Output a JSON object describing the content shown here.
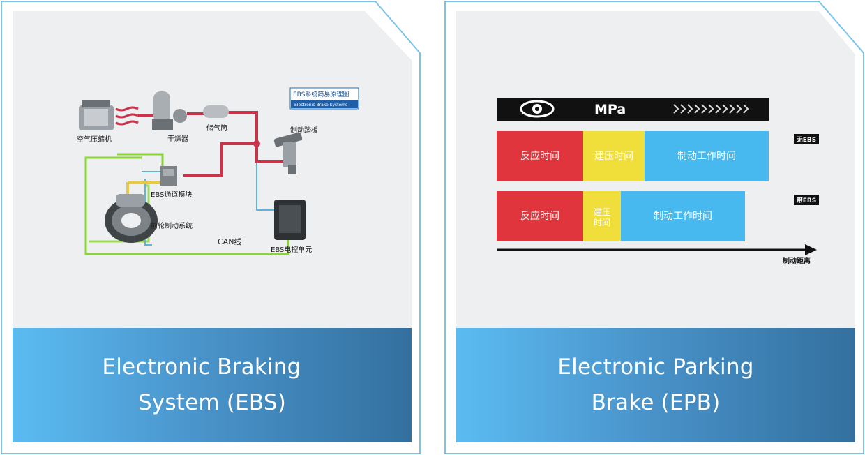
{
  "cards": [
    {
      "title_line1": "Electronic Braking",
      "title_line2": "System (EBS)",
      "diagram": {
        "badge_title": "EBS系统简易原理图",
        "badge_subtitle": "Electronic Brake Systems",
        "labels": {
          "compressor": "空气压缩机",
          "dryer": "干燥器",
          "reservoir": "储气筒",
          "pedal": "制动踏板",
          "channel_module": "EBS通道模块",
          "front_brake": "前轮制动系统",
          "can": "CAN线",
          "ecu": "EBS电控单元"
        }
      }
    },
    {
      "title_line1": "Electronic Parking",
      "title_line2": "Brake (EPB)",
      "diagram": {
        "header_unit": "MPa",
        "rows": [
          {
            "tag": "无EBS",
            "reaction": "反应时间",
            "build": "建压时间",
            "work": "制动工作时间"
          },
          {
            "tag": "带EBS",
            "reaction": "反应时间",
            "build_l1": "建压",
            "build_l2": "时间",
            "work": "制动工作时间"
          }
        ],
        "axis_label": "制动距离",
        "colors": {
          "reaction": "#e0353d",
          "build": "#f0de3a",
          "work": "#48b9ef",
          "header": "#111111"
        }
      }
    }
  ]
}
